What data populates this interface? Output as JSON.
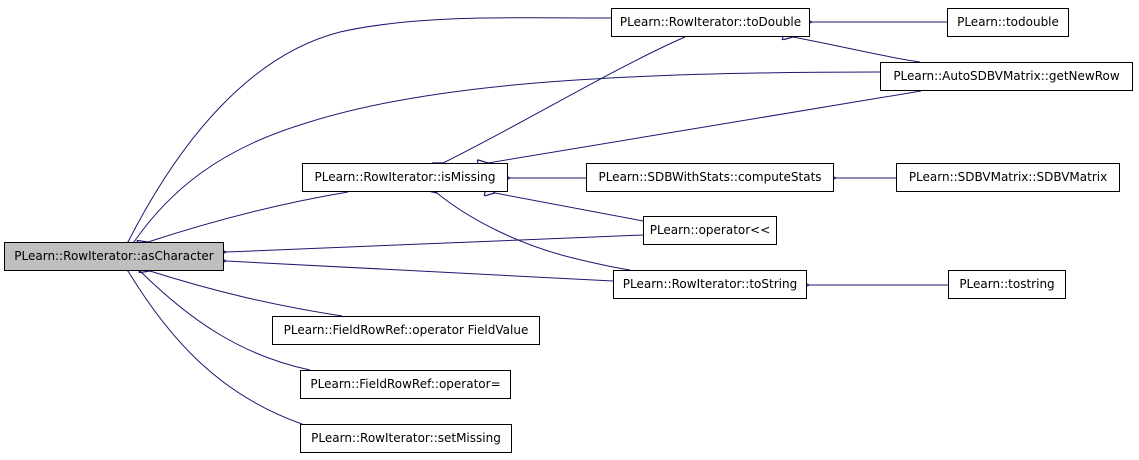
{
  "colors": {
    "edge": "#191970",
    "node_border": "#000000",
    "focus_fill": "#bfbfbf"
  },
  "nodes": {
    "asCharacter": "PLearn::RowIterator::asCharacter",
    "toDouble": "PLearn::RowIterator::toDouble",
    "todouble": "PLearn::todouble",
    "getNewRow": "PLearn::AutoSDBVMatrix::getNewRow",
    "isMissing": "PLearn::RowIterator::isMissing",
    "computeStats": "PLearn::SDBWithStats::computeStats",
    "sdbvmatrix": "PLearn::SDBVMatrix::SDBVMatrix",
    "operatorShl": "PLearn::operator<<",
    "toString": "PLearn::RowIterator::toString",
    "tostring": "PLearn::tostring",
    "fieldValue": "PLearn::FieldRowRef::operator FieldValue",
    "operatorEq": "PLearn::FieldRowRef::operator=",
    "setMissing": "PLearn::RowIterator::setMissing"
  },
  "edges": [
    {
      "from": "toDouble",
      "to": "todouble"
    },
    {
      "from": "toDouble",
      "to": "getNewRow"
    },
    {
      "from": "isMissing",
      "to": "toDouble"
    },
    {
      "from": "isMissing",
      "to": "getNewRow"
    },
    {
      "from": "isMissing",
      "to": "computeStats"
    },
    {
      "from": "isMissing",
      "to": "operatorShl"
    },
    {
      "from": "isMissing",
      "to": "toString"
    },
    {
      "from": "computeStats",
      "to": "sdbvmatrix"
    },
    {
      "from": "toString",
      "to": "tostring"
    },
    {
      "from": "asCharacter",
      "to": "toDouble"
    },
    {
      "from": "asCharacter",
      "to": "getNewRow"
    },
    {
      "from": "asCharacter",
      "to": "isMissing"
    },
    {
      "from": "asCharacter",
      "to": "operatorShl"
    },
    {
      "from": "asCharacter",
      "to": "toString"
    },
    {
      "from": "asCharacter",
      "to": "fieldValue"
    },
    {
      "from": "asCharacter",
      "to": "operatorEq"
    },
    {
      "from": "asCharacter",
      "to": "setMissing"
    }
  ]
}
